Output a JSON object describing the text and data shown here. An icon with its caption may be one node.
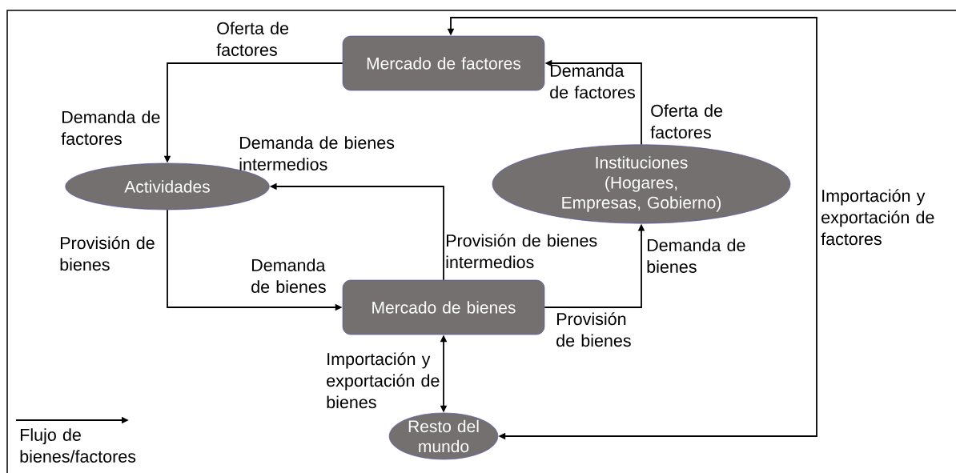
{
  "diagram": {
    "nodes": [
      {
        "text": [
          "Mercado de factores"
        ]
      },
      {
        "text": [
          "Actividades"
        ]
      },
      {
        "text": [
          "Instituciones (Hogares, Empresas, Gobierno)"
        ]
      },
      {
        "text": [
          "Mercado de bienes"
        ]
      },
      {
        "text": [
          "Resto del mundo"
        ]
      }
    ],
    "edges": [
      {
        "from": 0,
        "to": 1,
        "arrow": "to",
        "label": "Oferta de factores"
      },
      {
        "from": 2,
        "to": 0,
        "arrow": "to",
        "label": "Demanda de factores"
      },
      {
        "from": 3,
        "to": 1,
        "arrow": "to",
        "label": "Demanda de bienes intermedios"
      },
      {
        "from": 1,
        "to": 3,
        "arrow": "to",
        "label": "Provisión de bienes"
      },
      {
        "from": 3,
        "to": 2,
        "arrow": "to",
        "label": "Demanda de bienes"
      },
      {
        "from": 3,
        "to": 4,
        "arrow": "both",
        "label": "Importación y exportación de bienes"
      },
      {
        "from": 4,
        "to": 0,
        "arrow": "both",
        "label": "Importación y exportación de factores"
      }
    ],
    "labels": [
      "Oferta de factores",
      "Demanda de factores",
      "Provisión de bienes intermedios",
      "Demanda de bienes",
      "Provisión de bienes"
    ],
    "legend": [
      {
        "text": "Flujo de bienes/factores"
      }
    ]
  }
}
